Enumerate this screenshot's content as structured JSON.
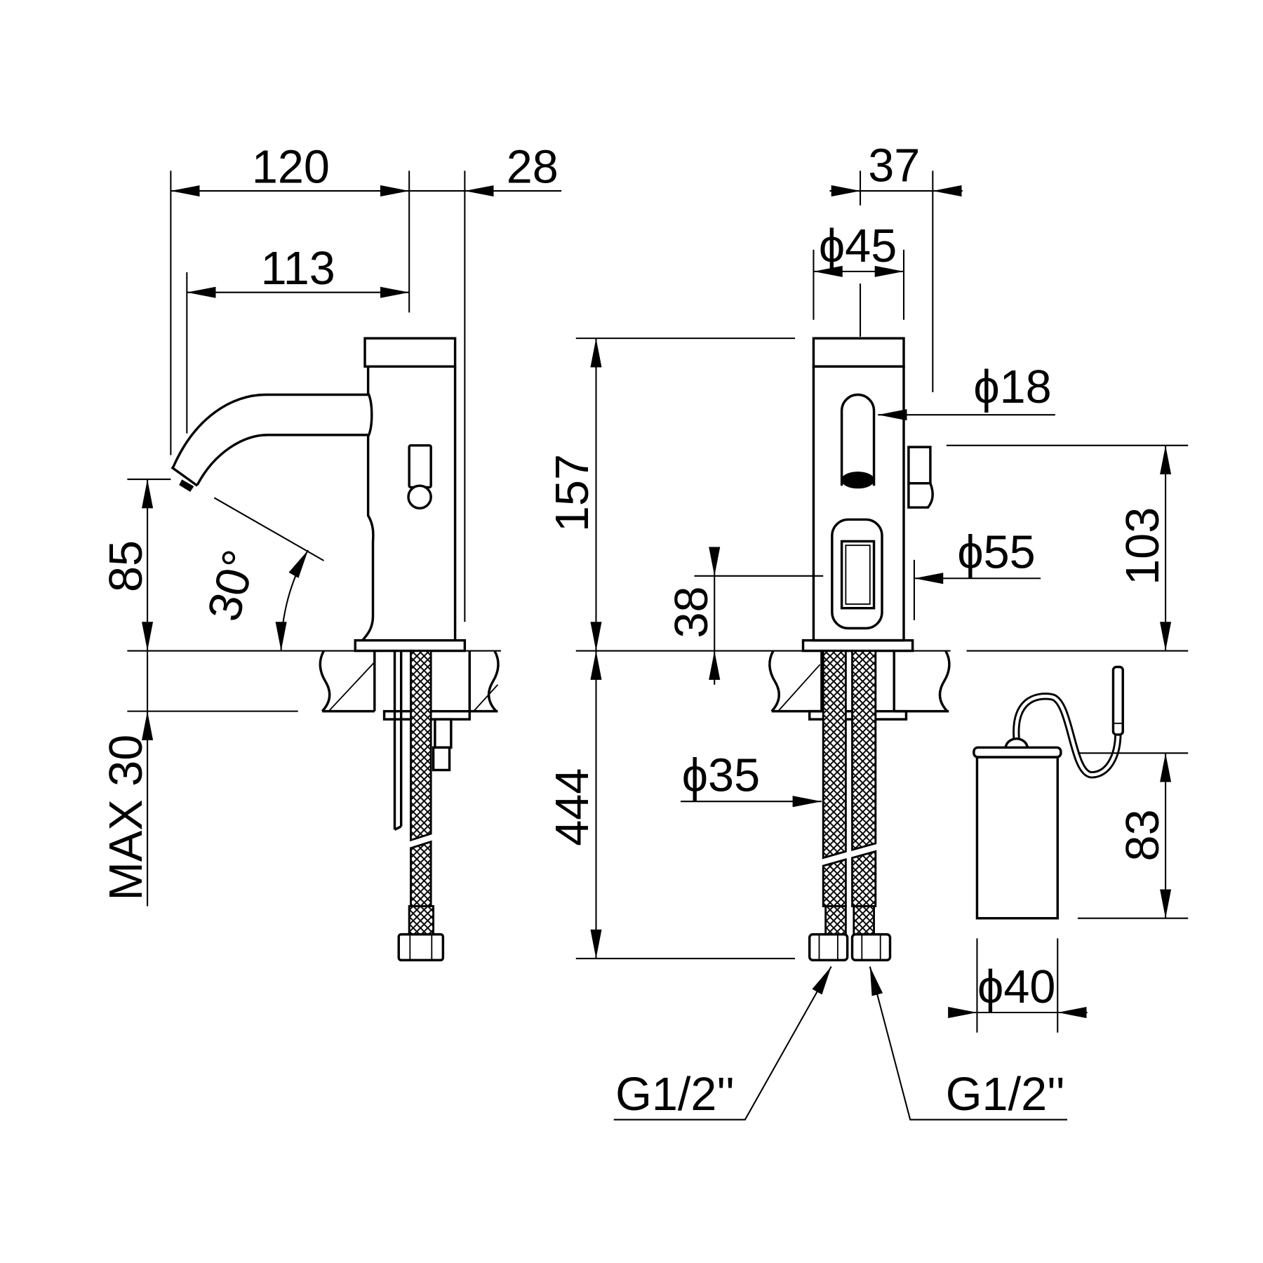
{
  "side_view": {
    "overall_length": "120",
    "body_offset": "28",
    "spout_reach": "113",
    "spout_height": "85",
    "spout_angle": "30°",
    "max_deck_thickness": "MAX 30"
  },
  "front_view": {
    "sensor_offset": "37",
    "body_diameter": "ϕ45",
    "sensor_diameter": "ϕ18",
    "base_diameter": "ϕ55",
    "window_height": "38",
    "body_height": "157",
    "hose_length": "444",
    "hose_diameter": "ϕ35",
    "side_height": "103",
    "connection_left": "G1/2''",
    "connection_right": "G1/2''"
  },
  "control_unit": {
    "height": "83",
    "diameter": "ϕ40"
  },
  "colors": {
    "line": "#000000",
    "background": "#ffffff"
  }
}
